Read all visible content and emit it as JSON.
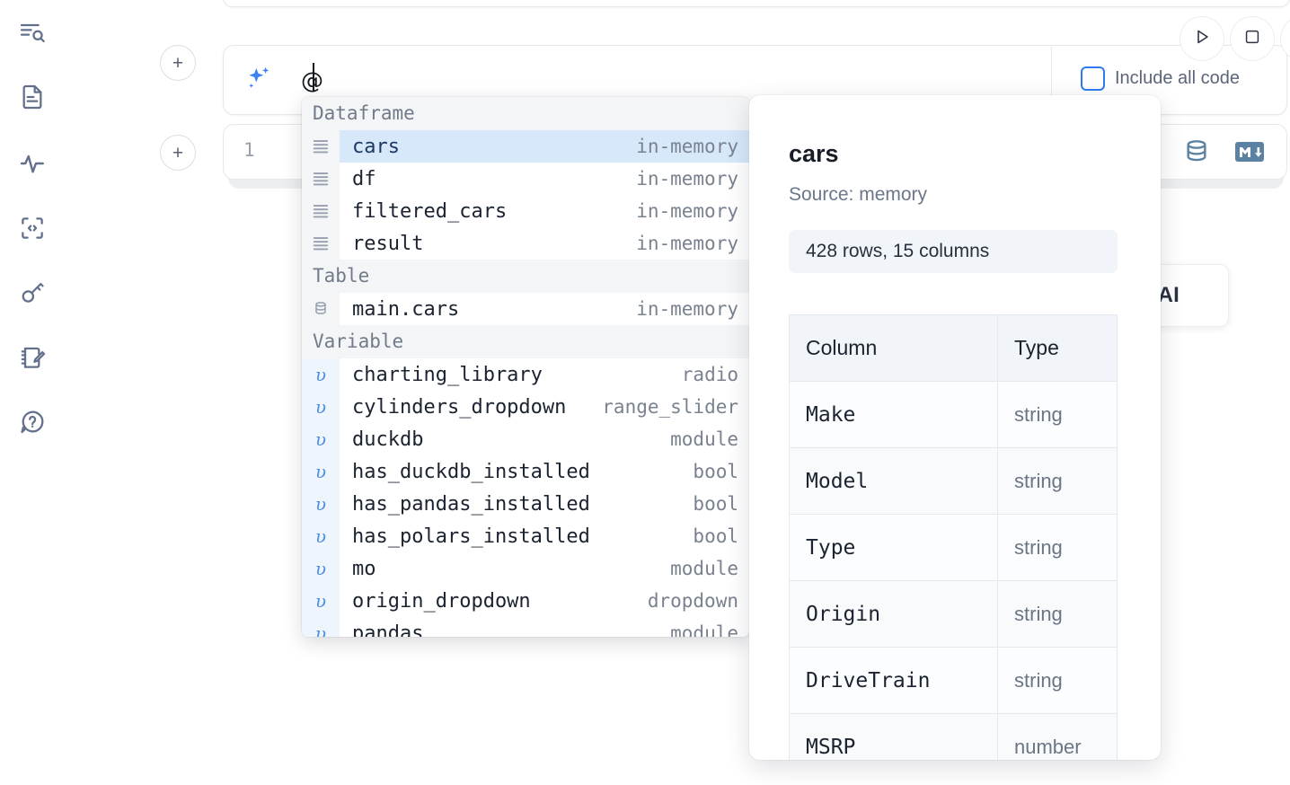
{
  "sidebar": {
    "items": [
      {
        "name": "outline-search-icon",
        "label": "Outline / search"
      },
      {
        "name": "document-icon",
        "label": "Notebook file"
      },
      {
        "name": "activity-icon",
        "label": "Activity / runtime"
      },
      {
        "name": "code-snippet-icon",
        "label": "Snippets"
      },
      {
        "name": "key-icon",
        "label": "Secrets"
      },
      {
        "name": "scratchpad-icon",
        "label": "Scratchpad"
      },
      {
        "name": "help-icon",
        "label": "Help"
      }
    ]
  },
  "toolbar": {
    "run_label": "Run",
    "stop_label": "Stop",
    "more_label": "More"
  },
  "ai_prompt": {
    "value": "@",
    "sparkle_icon": "sparkles-icon",
    "include_all_code_label": "Include all code",
    "include_all_code_checked": false,
    "accent_color": "#2f7bef"
  },
  "code_cell": {
    "line_number": "1",
    "tools": [
      {
        "name": "database-icon",
        "label": "Database"
      },
      {
        "name": "markdown-icon",
        "label": "Markdown",
        "glyph": "M↓"
      }
    ]
  },
  "floating_card": {
    "text": "h AI"
  },
  "autocomplete": {
    "groups": [
      {
        "label": "Dataframe",
        "icon": "dataframe-icon",
        "kind": "dataframe",
        "items": [
          {
            "name": "cars",
            "meta": "in-memory",
            "selected": true
          },
          {
            "name": "df",
            "meta": "in-memory",
            "selected": false
          },
          {
            "name": "filtered_cars",
            "meta": "in-memory",
            "selected": false
          },
          {
            "name": "result",
            "meta": "in-memory",
            "selected": false
          }
        ]
      },
      {
        "label": "Table",
        "icon": "table-icon",
        "kind": "table",
        "items": [
          {
            "name": "main.cars",
            "meta": "in-memory",
            "selected": false
          }
        ]
      },
      {
        "label": "Variable",
        "icon": "variable-icon",
        "kind": "variable",
        "items": [
          {
            "name": "charting_library",
            "meta": "radio",
            "selected": false
          },
          {
            "name": "cylinders_dropdown",
            "meta": "range_slider",
            "selected": false
          },
          {
            "name": "duckdb",
            "meta": "module",
            "selected": false
          },
          {
            "name": "has_duckdb_installed",
            "meta": "bool",
            "selected": false
          },
          {
            "name": "has_pandas_installed",
            "meta": "bool",
            "selected": false
          },
          {
            "name": "has_polars_installed",
            "meta": "bool",
            "selected": false
          },
          {
            "name": "mo",
            "meta": "module",
            "selected": false
          },
          {
            "name": "origin_dropdown",
            "meta": "dropdown",
            "selected": false
          },
          {
            "name": "pandas",
            "meta": "module",
            "selected": false
          }
        ]
      }
    ]
  },
  "detail": {
    "title": "cars",
    "source": "Source: memory",
    "shape": "428 rows, 15 columns",
    "columns_header": "Column",
    "type_header": "Type",
    "rows": [
      {
        "column": "Make",
        "type": "string"
      },
      {
        "column": "Model",
        "type": "string"
      },
      {
        "column": "Type",
        "type": "string"
      },
      {
        "column": "Origin",
        "type": "string"
      },
      {
        "column": "DriveTrain",
        "type": "string"
      },
      {
        "column": "MSRP",
        "type": "number"
      }
    ]
  }
}
